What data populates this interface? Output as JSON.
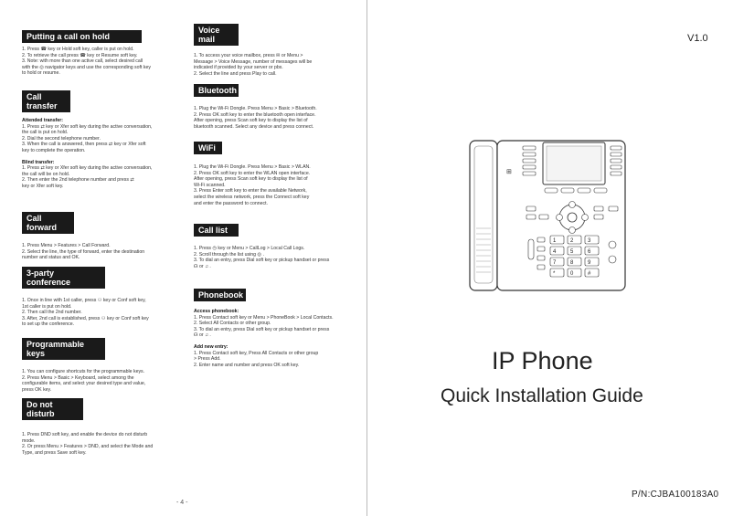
{
  "left_column": {
    "hold": {
      "title": "Putting a call on hold",
      "lines": [
        "1. Press ☎ key or Hold soft key, caller is put on hold.",
        "2. To retrieve the call press ☎ key or Resume soft key.",
        "3. Note: with more than one active call, select desired call",
        "with the ◎ navigator keys and use the corresponding soft key",
        "to hold or resume."
      ]
    },
    "transfer": {
      "title": "Call transfer",
      "attended_label": "Attended transfer:",
      "attended_lines": [
        "1. Press ⇄ key or Xfer soft key during the active conversation,",
        "the call is put on hold.",
        "2. Dial the second telephone number.",
        "3. When the call is answered, then press ⇄ key or Xfer soft",
        "key to complete the operation."
      ],
      "blind_label": "Blind transfer:",
      "blind_lines": [
        "1. Press ⇄ key or Xfer soft key during the active conversation,",
        "the call will be on hold.",
        "2. Then enter the 2nd telephone number and press ⇄",
        "key or Xfer soft key."
      ]
    },
    "forward": {
      "title": "Call forward",
      "lines": [
        "1. Press Menu > Features > Call Forward.",
        "2. Select the line, the type of forward, enter the destination",
        "number and status and OK."
      ]
    },
    "conference": {
      "title": "3-party conference",
      "lines": [
        "1. Once in line with 1st caller, press ⚇ key or Conf soft key,",
        "1st caller is put on hold.",
        "2. Then call the 2nd number.",
        "3. After, 2nd call is established, press ⚇ key or Conf soft key",
        "to set up the conference."
      ]
    },
    "programmable": {
      "title": "Programmable keys",
      "lines": [
        "1. You can configure shortcuts for the programmable keys.",
        "2. Press Menu > Basic > Keyboard, select among the",
        "configurable items, and select your desired type and value,",
        "press OK key."
      ]
    },
    "dnd": {
      "title": "Do not disturb",
      "lines": [
        "1. Press DND soft key, and enable the device do not disturb",
        "mode.",
        "2. Or press Menu > Features > DND, and select the Mode and",
        "Type, and press Save soft key."
      ]
    }
  },
  "mid_column": {
    "voicemail": {
      "title": "Voice mail",
      "lines": [
        "1. To access your voice mailbox, press ✉ or Menu >",
        "Message > Voice Message, number of messages will be",
        "indicated if provided by your server or pbx.",
        "2. Select the line and press Play to call."
      ]
    },
    "bluetooth": {
      "title": "Bluetooth",
      "lines": [
        "1. Plug the Wi-Fi Dongle. Press Menu > Basic > Bluetooth.",
        "2. Press OK soft key to enter the bluetooth open interface.",
        "After opening, press Scan soft key to display the list of",
        "bluetooth scanned. Select any device and press connect."
      ]
    },
    "wifi": {
      "title": "WiFi",
      "lines": [
        "1. Plug the Wi-Fi Dongle. Press Menu > Basic > WLAN.",
        "2. Press OK soft key to enter the WLAN open interface.",
        "After opening, press Scan soft key to display the list of",
        "Wi-Fi scanned.",
        "3. Press Enter soft key to enter the available Network,",
        "select the wireless network, press the Connect soft key",
        "and enter the password to connect."
      ]
    },
    "calllist": {
      "title": "Call list",
      "lines": [
        "1. Press ◷ key or Menu > CallLog > Local Call Logs.",
        "2. Scroll through the list using ◎ .",
        "3. To dial an entry, press Dial soft key or pickup handset or press",
        "☊ or ♫ ."
      ]
    },
    "phonebook": {
      "title": "Phonebook",
      "access_label": "Access phonebook:",
      "access_lines": [
        "1. Press Contact soft key or Menu > PhoneBook > Local Contacts.",
        "2. Select All Contacts or other group.",
        "3. To dial an entry, press Dial soft key or pickup handset or press",
        "☊ or ♫ ."
      ],
      "add_label": "Add new entry:",
      "add_lines": [
        "1. Press Contact soft key, Press All Contacts or other group",
        "> Press Add.",
        "2. Enter name and number and press OK soft key."
      ]
    }
  },
  "page_number": "- 4 -",
  "cover": {
    "version": "V1.0",
    "title": "IP Phone",
    "subtitle": "Quick Installation Guide",
    "part_number": "P/N:CJBA100183A0",
    "keypad": [
      "1",
      "2",
      "3",
      "4",
      "5",
      "6",
      "7",
      "8",
      "9",
      "*",
      "0",
      "#"
    ]
  }
}
